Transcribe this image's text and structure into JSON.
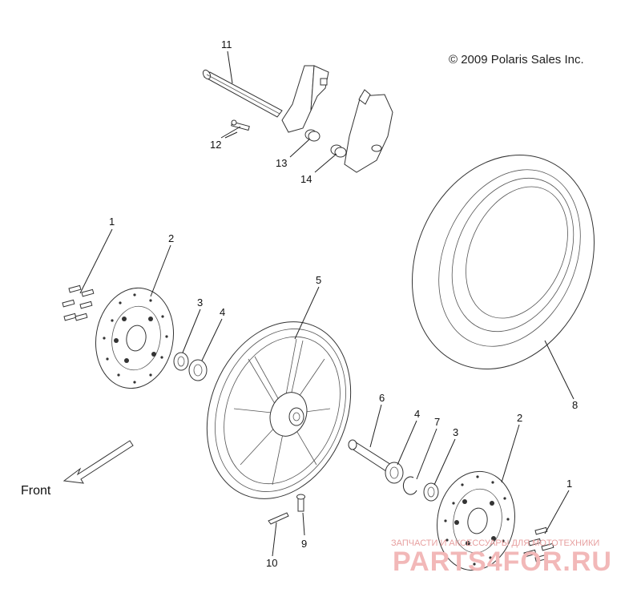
{
  "copyright": "© 2009 Polaris Sales Inc.",
  "direction_label": "Front",
  "callouts": {
    "c1a": "1",
    "c2a": "2",
    "c3a": "3",
    "c4a": "4",
    "c5": "5",
    "c6": "6",
    "c4b": "4",
    "c7": "7",
    "c3b": "3",
    "c2b": "2",
    "c1b": "1",
    "c8": "8",
    "c9": "9",
    "c10": "10",
    "c11": "11",
    "c12": "12",
    "c13": "13",
    "c14": "14"
  },
  "watermark": {
    "tagline": "ЗАПЧАСТИ И АКСЕССУАРЫ ДЛЯ МОТОТЕХНИКИ",
    "brand": "PARTS4FOR.RU"
  }
}
